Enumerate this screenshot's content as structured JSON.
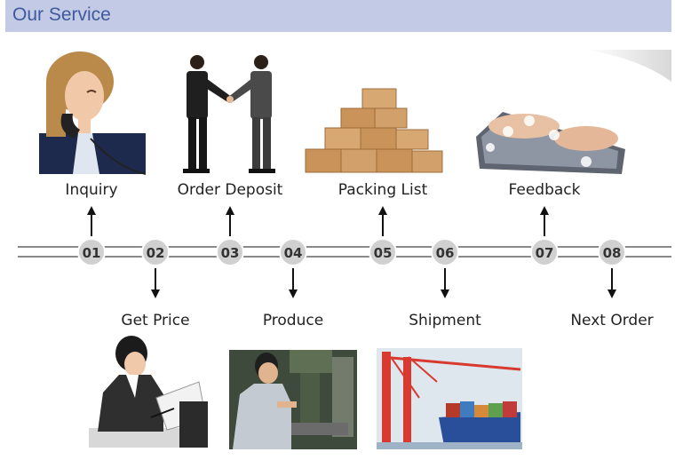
{
  "header": {
    "title": "Our Service"
  },
  "steps": [
    {
      "number": "01",
      "label": "Inquiry",
      "icon": "phone-operator-icon"
    },
    {
      "number": "02",
      "label": "Get Price",
      "icon": "writing-businesswoman-icon"
    },
    {
      "number": "03",
      "label": "Order Deposit",
      "icon": "handshake-icon"
    },
    {
      "number": "04",
      "label": "Produce",
      "icon": "machine-operator-icon"
    },
    {
      "number": "05",
      "label": "Packing List",
      "icon": "cardboard-boxes-icon"
    },
    {
      "number": "06",
      "label": "Shipment",
      "icon": "container-port-icon"
    },
    {
      "number": "07",
      "label": "Feedback",
      "icon": "keyboard-typing-icon"
    },
    {
      "number": "08",
      "label": "Next Order",
      "icon": ""
    }
  ],
  "colors": {
    "header_bg": "#c3cae6",
    "header_text": "#3f5a9c",
    "line": "#8a8a8a",
    "node": "#d0d0d0",
    "box": "#c9935a"
  }
}
